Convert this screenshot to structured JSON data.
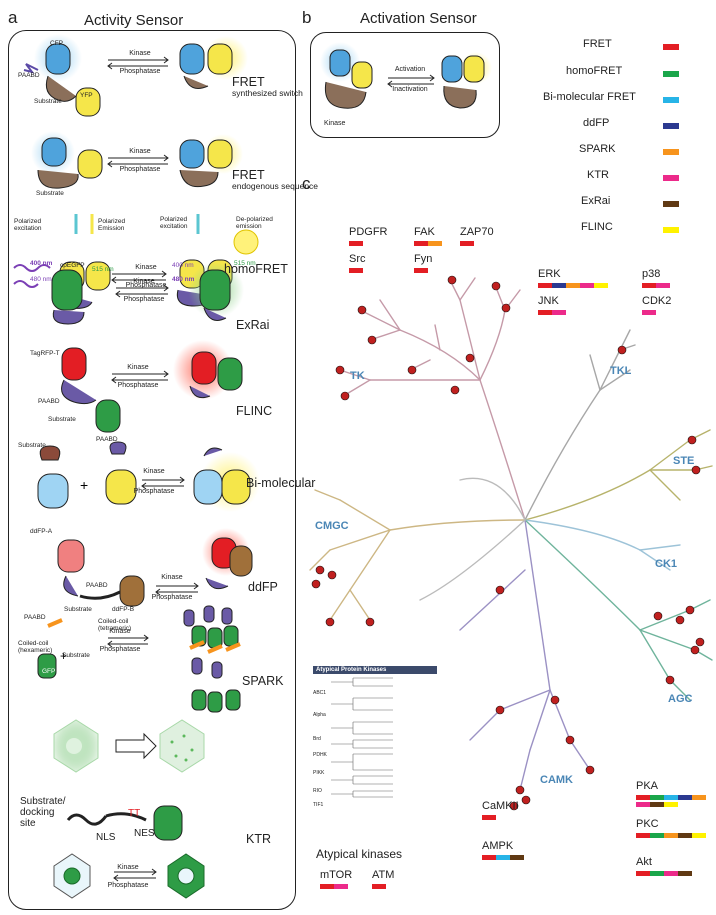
{
  "panels": {
    "a": {
      "letter": "a",
      "title": "Activity Sensor"
    },
    "b": {
      "letter": "b",
      "title": "Activation Sensor"
    },
    "c": {
      "letter": "c"
    }
  },
  "arrows": {
    "kinase": "Kinase",
    "phosphatase": "Phosphatase",
    "activation": "Activation",
    "inactivation": "Inactivation"
  },
  "sensors": [
    {
      "name": "FRET",
      "sub": "synthesized switch"
    },
    {
      "name": "FRET",
      "sub": "endogenous sequence"
    },
    {
      "name": "homoFRET",
      "sub": ""
    },
    {
      "name": "ExRai",
      "sub": ""
    },
    {
      "name": "FLINC",
      "sub": ""
    },
    {
      "name": "Bi-molecular",
      "sub": ""
    },
    {
      "name": "ddFP",
      "sub": ""
    },
    {
      "name": "SPARK",
      "sub": ""
    },
    {
      "name": "KTR",
      "sub": ""
    }
  ],
  "labels": {
    "cfp": "CFP",
    "yfp": "YFP",
    "paabd": "PAABD",
    "substrate": "Substrate",
    "pol_exc": "Polarized excitation",
    "pol_em": "Polarized Emission",
    "pol_exc2": "Polarized excitation",
    "depol_em": "De-polarized emission",
    "nm400a": "400 nm",
    "nm480a": "480 nm",
    "cpegfp": "cpEGFP",
    "nm515a": "515 nm",
    "nm400b": "400 nm",
    "nm480b": "480 nm",
    "nm515b": "515 nm",
    "tagrfp": "TagRFP-T",
    "paabd_f": "PAABD",
    "substrate_f": "Substrate",
    "bm_substrate": "Substrate",
    "bm_paabd": "PAABD",
    "ddfpa": "ddFP-A",
    "ddfp_paabd": "PAABD",
    "ddfp_substrate": "Substrate",
    "ddfpb": "ddFP-B",
    "sp_paabd": "PAABD",
    "sp_cc1": "Coiled-coil (tetrameric)",
    "sp_cc2": "Coiled-coil (hexameric)",
    "sp_substrate": "Substrate",
    "sp_gfp": "GFP",
    "ktr_sub": "Substrate/ docking site",
    "ktr_nls": "NLS",
    "ktr_nes": "NES",
    "ktr_tt": "TT",
    "kinase_b": "Kinase"
  },
  "legend": [
    {
      "name": "FRET",
      "color": "#e31e24"
    },
    {
      "name": "homoFRET",
      "color": "#1aa64a"
    },
    {
      "name": "Bi-molecular FRET",
      "color": "#27b4e7"
    },
    {
      "name": "ddFP",
      "color": "#2b3990"
    },
    {
      "name": "SPARK",
      "color": "#f7941d"
    },
    {
      "name": "KTR",
      "color": "#ec2a8a"
    },
    {
      "name": "ExRai",
      "color": "#603913"
    },
    {
      "name": "FLINC",
      "color": "#fff200"
    }
  ],
  "groups": [
    "TK",
    "TKL",
    "STE",
    "CK1",
    "AGC",
    "CAMK",
    "CMGC"
  ],
  "kinases": [
    {
      "name": "PDGFR",
      "colors": [
        "#e31e24"
      ]
    },
    {
      "name": "Src",
      "colors": [
        "#e31e24"
      ]
    },
    {
      "name": "FAK",
      "colors": [
        "#e31e24",
        "#f7941d"
      ]
    },
    {
      "name": "Fyn",
      "colors": [
        "#e31e24"
      ]
    },
    {
      "name": "ZAP70",
      "colors": [
        "#e31e24"
      ]
    },
    {
      "name": "ERK",
      "colors": [
        "#e31e24",
        "#2b3990",
        "#f7941d",
        "#ec2a8a",
        "#fff200"
      ]
    },
    {
      "name": "JNK",
      "colors": [
        "#e31e24",
        "#ec2a8a"
      ]
    },
    {
      "name": "p38",
      "colors": [
        "#e31e24",
        "#ec2a8a"
      ]
    },
    {
      "name": "CDK2",
      "colors": [
        "#ec2a8a"
      ]
    },
    {
      "name": "PKA",
      "colors": [
        "#e31e24",
        "#1aa64a",
        "#27b4e7",
        "#2b3990",
        "#f7941d",
        "#ec2a8a",
        "#603913",
        "#fff200"
      ]
    },
    {
      "name": "PKC",
      "colors": [
        "#e31e24",
        "#1aa64a",
        "#f7941d",
        "#603913",
        "#fff200"
      ]
    },
    {
      "name": "Akt",
      "colors": [
        "#e31e24",
        "#1aa64a",
        "#ec2a8a",
        "#603913"
      ]
    },
    {
      "name": "CaMKII",
      "colors": [
        "#e31e24"
      ]
    },
    {
      "name": "AMPK",
      "colors": [
        "#e31e24",
        "#27b4e7",
        "#603913"
      ]
    },
    {
      "name": "mTOR",
      "colors": [
        "#e31e24",
        "#ec2a8a"
      ]
    },
    {
      "name": "ATM",
      "colors": [
        "#e31e24"
      ]
    }
  ],
  "atypical": {
    "heading": "Atypical kinases",
    "box_title": "Atypical Protein Kinases",
    "families": [
      "ABC1",
      "Alpha",
      "Brd",
      "PDHK",
      "PIKK",
      "RIO",
      "TIF1"
    ]
  }
}
